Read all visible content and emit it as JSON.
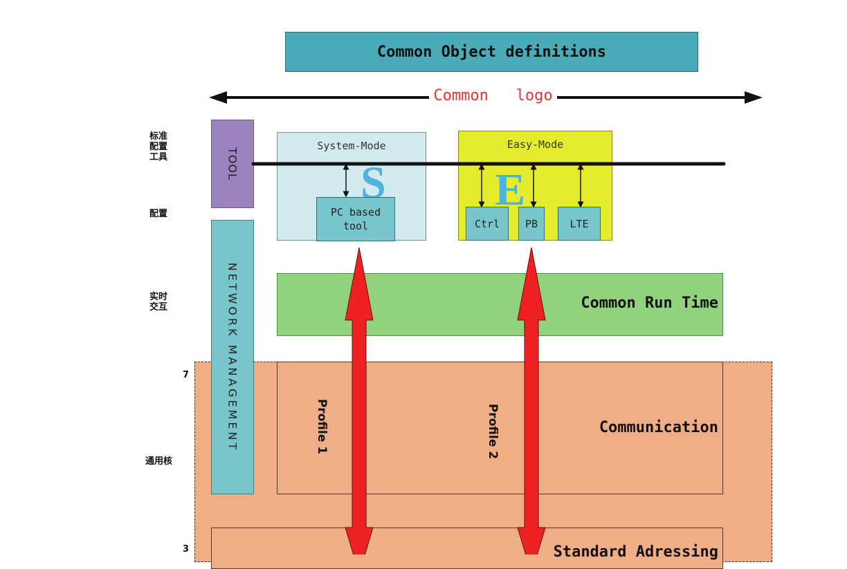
{
  "header": {
    "title": "Common Object definitions"
  },
  "logo_bar": {
    "label": "Common   logo"
  },
  "left_labels": {
    "standard_config_tool": "标准\n配置\n工具",
    "config": "配置",
    "realtime_interaction": "实时\n交互",
    "general_core": "通用核",
    "level_7": "7",
    "level_3": "3"
  },
  "tool": {
    "label": "TOOL"
  },
  "network_management": {
    "label": "NETWORK MANAGEMENT"
  },
  "system_mode": {
    "title": "System-Mode",
    "letter": "S",
    "tool_label": "PC based\ntool"
  },
  "easy_mode": {
    "title": "Easy-Mode",
    "letter": "E",
    "modules": [
      "Ctrl",
      "PB",
      "LTE"
    ]
  },
  "runtime": {
    "label": "Common Run Time"
  },
  "communication": {
    "label": "Communication"
  },
  "addressing": {
    "label": "Standard Adressing"
  },
  "profiles": [
    "Profile 1",
    "Profile 2"
  ],
  "colors": {
    "header_fill": "#4aaab8",
    "logo_text": "#ee3333",
    "tool_fill": "#9b83c0",
    "network_fill": "#78c5cc",
    "system_fill": "#d3eaee",
    "easy_fill": "#e4ec2e",
    "runtime_fill": "#92d27f",
    "core_fill": "#efae86",
    "profile_arrow": "#ee2222",
    "letter": "#4fb3e0"
  }
}
